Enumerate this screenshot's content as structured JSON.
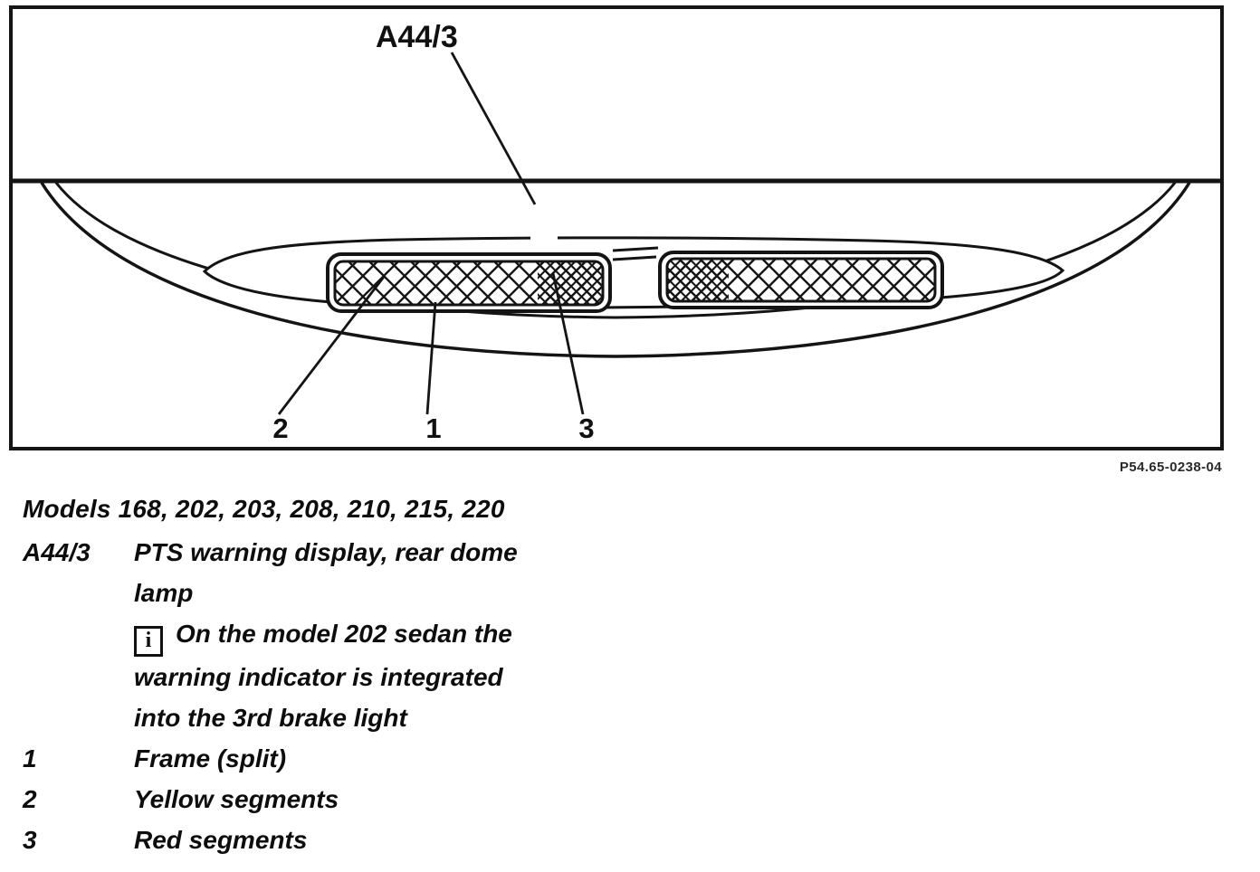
{
  "figure": {
    "callout_top": "A44/3",
    "callout_1": "1",
    "callout_2": "2",
    "callout_3": "3",
    "ref_number": "P54.65-0238-04"
  },
  "legend": {
    "models_line": "Models 168, 202, 203, 208, 210, 215, 220",
    "a443_key": "A44/3",
    "a443_line1": "PTS warning display, rear dome",
    "a443_line2": "lamp",
    "info_icon": "i",
    "note_line1": "On the model 202 sedan the",
    "note_line2": "warning indicator is integrated",
    "note_line3": "into the 3rd brake light",
    "item1_key": "1",
    "item1_label": "Frame (split)",
    "item2_key": "2",
    "item2_label": "Yellow segments",
    "item3_key": "3",
    "item3_label": "Red segments"
  }
}
